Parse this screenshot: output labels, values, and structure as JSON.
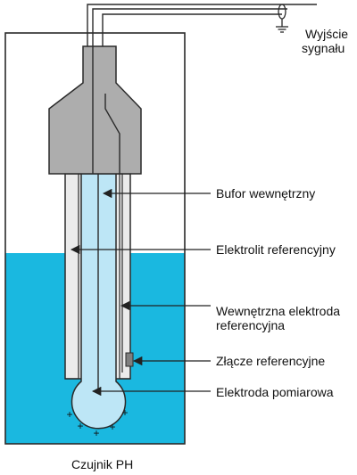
{
  "diagram": {
    "signal_label_line1": "Wyjście",
    "signal_label_line2": "sygnału",
    "labels": {
      "internal_buffer": "Bufor wewnętrzny",
      "reference_electrolyte": "Elektrolit referencyjny",
      "internal_reference_electrode_line1": "Wewnętrzna elektroda",
      "internal_reference_electrode_line2": "referencyjna",
      "reference_junction": "Złącze referencyjne",
      "measuring_electrode": "Elektroda pomiarowa"
    },
    "caption": "Czujnik PH",
    "charge_symbol": "+"
  },
  "colors": {
    "solution": "#1ab8e0",
    "inner_tube": "#bde6f6",
    "outer_tube": "#ebebeb",
    "cap": "#adadad",
    "outline": "#2a2a2a",
    "junction": "#7f7f7f"
  }
}
